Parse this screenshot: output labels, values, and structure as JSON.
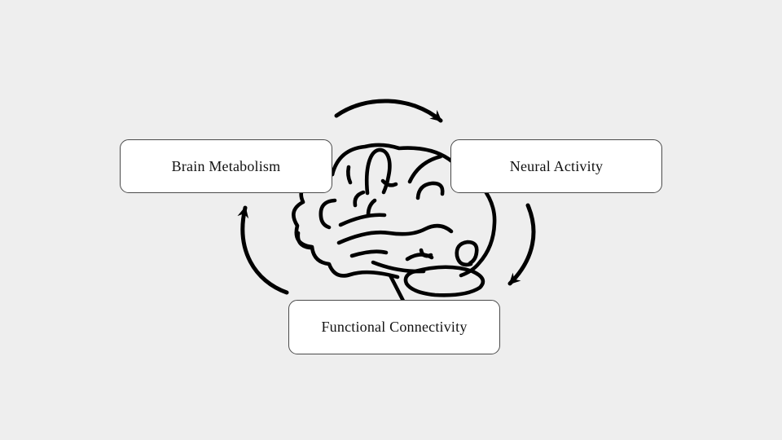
{
  "slide": {
    "background_color": "#eeeeee",
    "illustration": "brain-line-art",
    "nodes": [
      {
        "id": "brain-metabolism",
        "label": "Brain Metabolism",
        "position": "left"
      },
      {
        "id": "neural-activity",
        "label": "Neural Activity",
        "position": "right"
      },
      {
        "id": "functional-connectivity",
        "label": "Functional Connectivity",
        "position": "bottom"
      }
    ],
    "arrows": [
      {
        "from": "Brain Metabolism",
        "to": "Neural Activity",
        "position": "top",
        "direction": "clockwise"
      },
      {
        "from": "Neural Activity",
        "to": "Functional Connectivity",
        "position": "right",
        "direction": "clockwise"
      },
      {
        "from": "Functional Connectivity",
        "to": "Brain Metabolism",
        "position": "left",
        "direction": "clockwise"
      }
    ],
    "colors": {
      "node_background": "#ffffff",
      "node_border": "#4a4a4a",
      "node_text": "#111111",
      "ink": "#000000"
    }
  }
}
